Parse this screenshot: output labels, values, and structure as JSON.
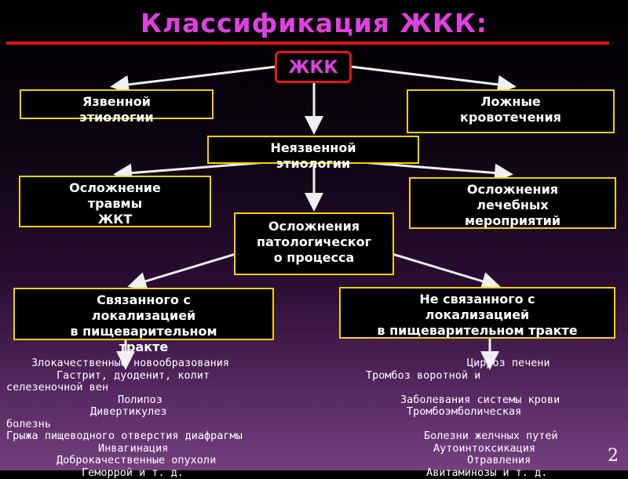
{
  "title": "Классификация ЖКК:",
  "root": "ЖКК",
  "nodes": {
    "ulcer": "Язвенной\nэтиологии",
    "false_bleed": "Ложные\nкровотечения",
    "nonulcer": "Неязвенной\nэтиологии",
    "trauma": "Осложнение\nтравмы\nЖКТ",
    "treatment": "Осложнения\nлечебных\nмероприятий",
    "pathology": "Осложнения\nпатологическог\nо процесса",
    "local": "Связанного с\nлокализацией\nв пищеварительном\nтракте",
    "nonlocal": "Не связанного с\nлокализацией\nв пищеварительном тракте"
  },
  "left_list": [
    "Злокачественные новообразования",
    "Гастрит, дуоденит, колит",
    "селезеночной вен",
    "Полипоз",
    "Дивертикулез",
    "болезнь",
    "Грыжа пищеводного отверстия диафрагмы",
    "Инвагинация",
    "Доброкачественные опухоли",
    "Геморрой и т. д."
  ],
  "right_list": [
    "Цирроз печени",
    "Тромбоз воротной и",
    "Заболевания системы крови",
    "Тромбоэмболическая",
    "Болезни желчных путей",
    "Аутоинтоксикация",
    "Отравления",
    "Авитаминозы и т. д."
  ],
  "page_number": "2",
  "colors": {
    "title": "#e040e0",
    "box_border": "#f2d200",
    "root_border": "#e01818",
    "rule": "#dd1010"
  }
}
